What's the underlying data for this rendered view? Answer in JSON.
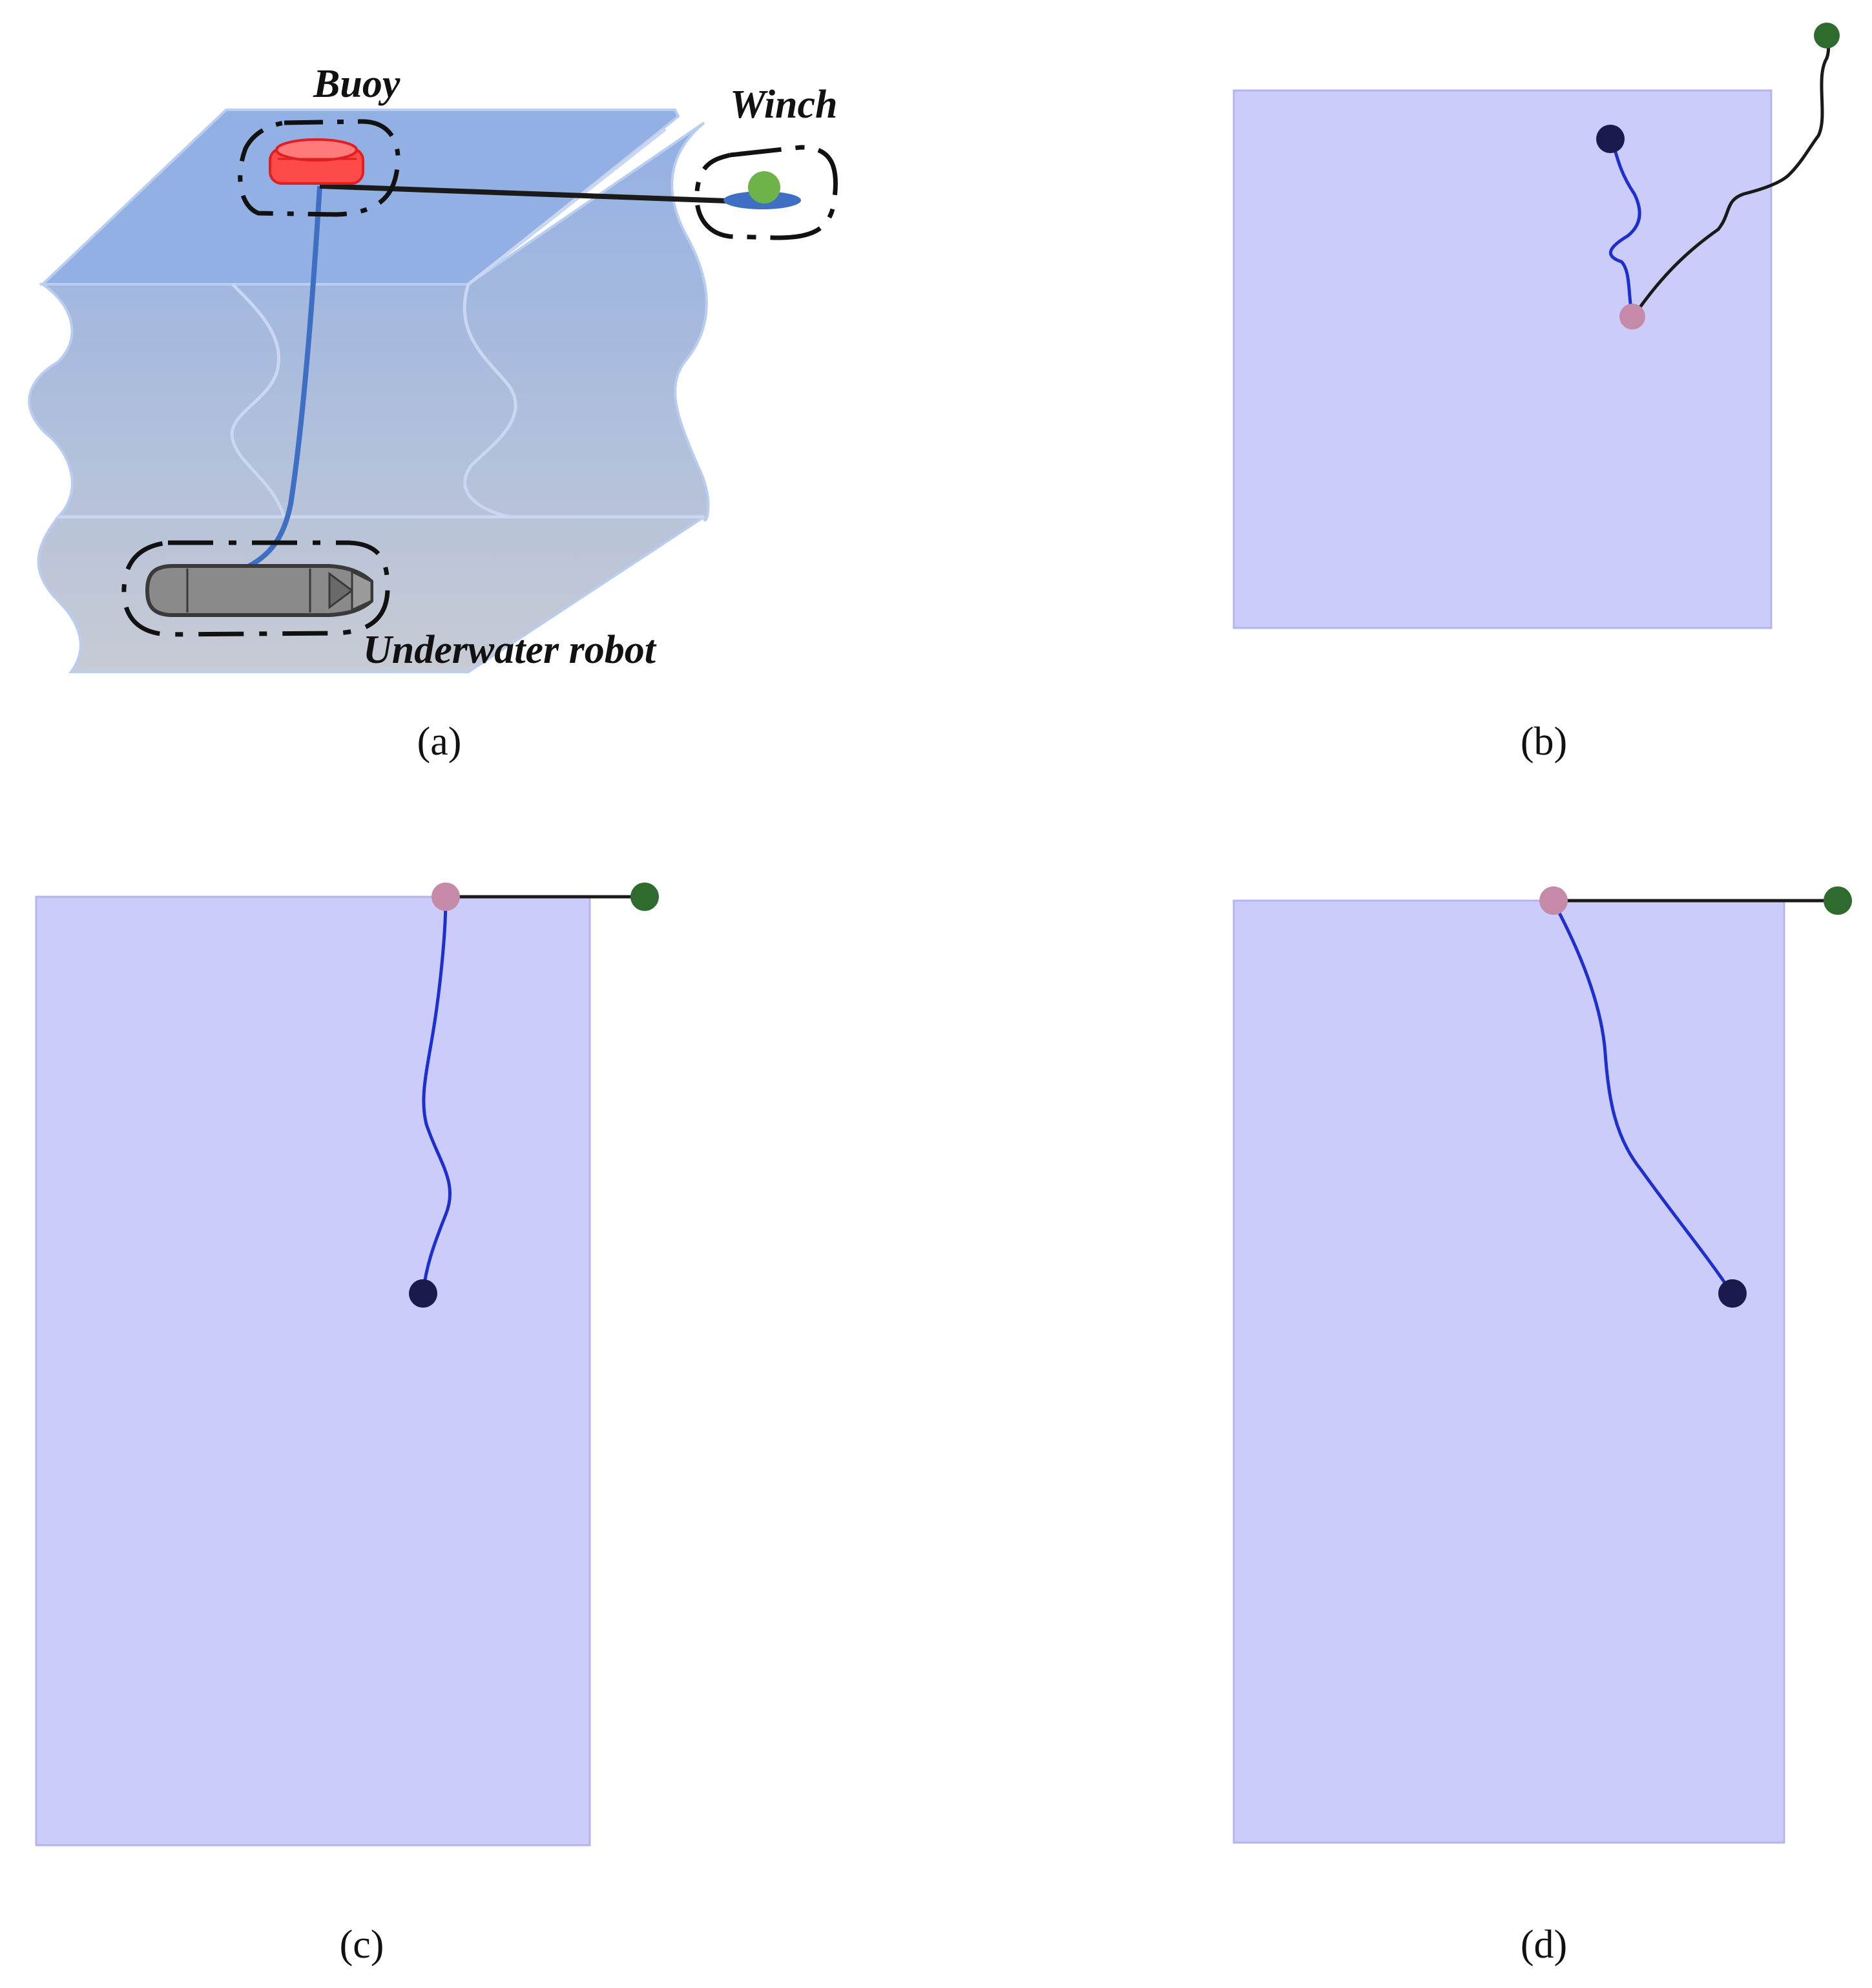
{
  "panels": {
    "a": {
      "caption": "(a)",
      "labels": {
        "buoy": "Buoy",
        "winch": "Winch",
        "robot": "Underwater robot"
      }
    },
    "b": {
      "caption": "(b)"
    },
    "c": {
      "caption": "(c)"
    },
    "d": {
      "caption": "(d)"
    }
  },
  "colors": {
    "water_region": "#ccccfa",
    "water_top": "#93b0e4",
    "water_bottom": "#c7cbd4",
    "buoy": "#ff4a4a",
    "buoy_marker": "#c58aa8",
    "winch_marker": "#2f6b2f",
    "winch_ball": "#6db34a",
    "winch_base": "#3f6fc3",
    "robot_marker": "#1a1a4e",
    "robot_body": "#8a8a8a",
    "tether_robot": "#1e2fcf",
    "tether_winch": "#1a1a1a"
  },
  "icons": {
    "buoy": "buoy-icon",
    "winch": "winch-icon",
    "robot": "underwater-robot-icon"
  }
}
